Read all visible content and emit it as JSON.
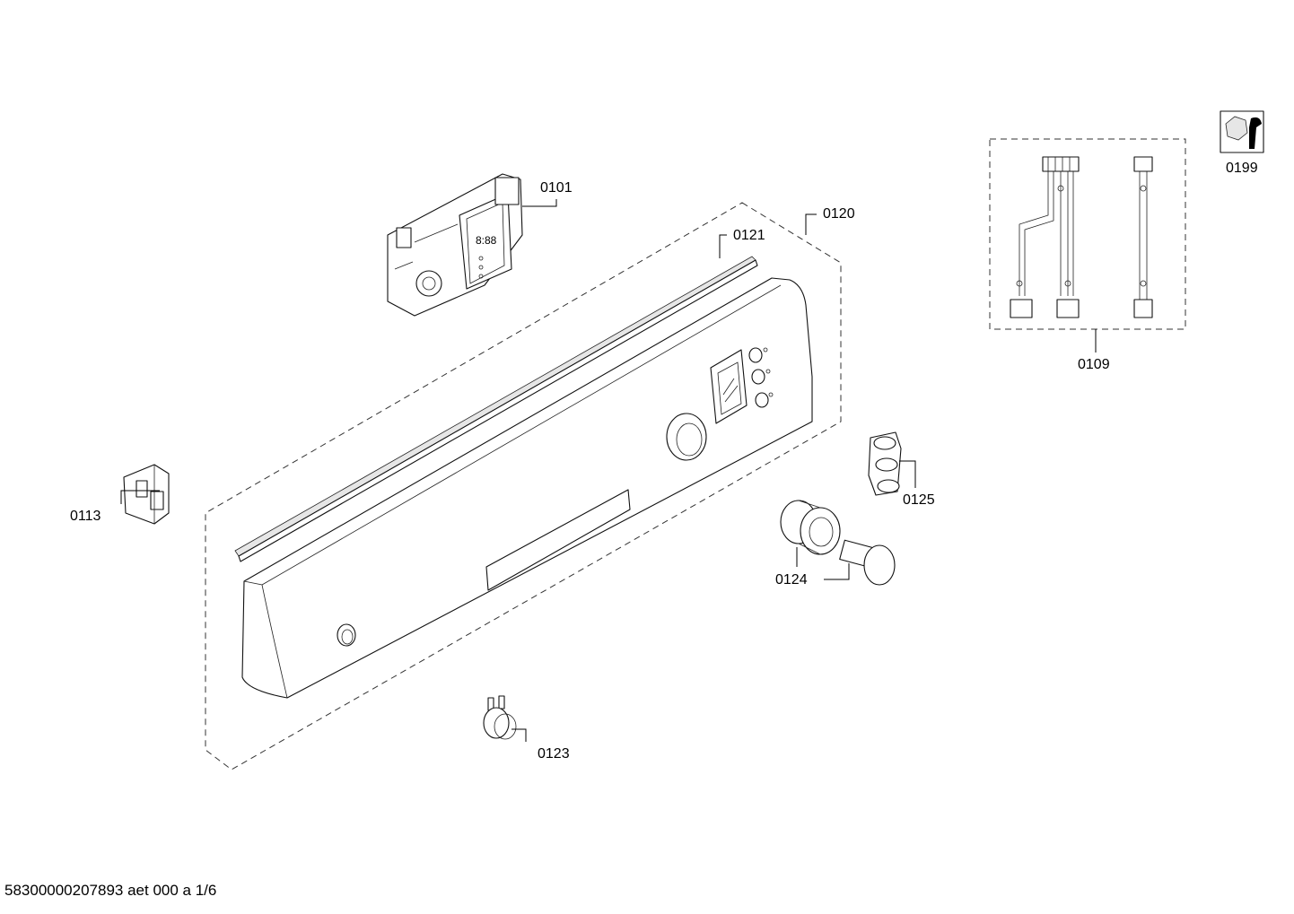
{
  "footer": {
    "document_id": "58300000207893 aet 000 a 1/6"
  },
  "parts": [
    {
      "id": "0101",
      "label": "0101"
    },
    {
      "id": "0120",
      "label": "0120"
    },
    {
      "id": "0121",
      "label": "0121"
    },
    {
      "id": "0109",
      "label": "0109"
    },
    {
      "id": "0199",
      "label": "0199"
    },
    {
      "id": "0113",
      "label": "0113"
    },
    {
      "id": "0125",
      "label": "0125"
    },
    {
      "id": "0124",
      "label": "0124"
    },
    {
      "id": "0123",
      "label": "0123"
    }
  ],
  "icons": {
    "service_icon": "wrench-nut-icon"
  }
}
